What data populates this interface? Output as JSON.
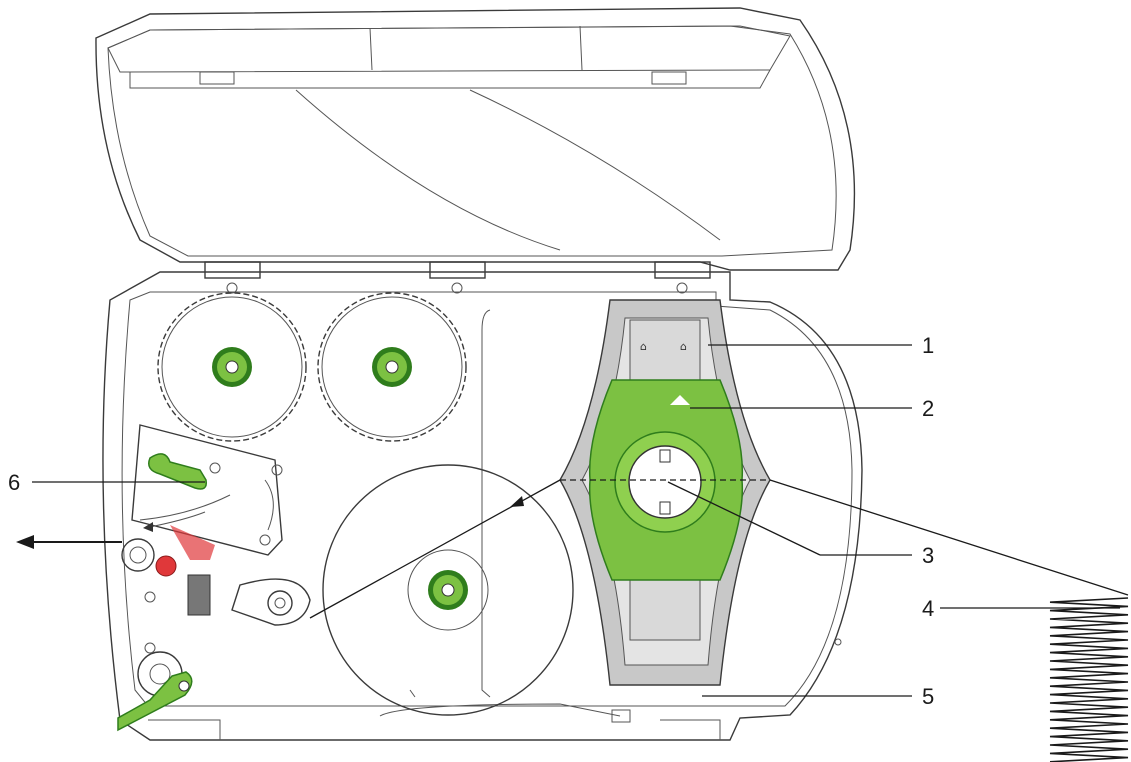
{
  "callouts": [
    {
      "id": "1",
      "label": "1"
    },
    {
      "id": "2",
      "label": "2"
    },
    {
      "id": "3",
      "label": "3"
    },
    {
      "id": "4",
      "label": "4"
    },
    {
      "id": "5",
      "label": "5"
    },
    {
      "id": "6",
      "label": "6"
    }
  ],
  "colors": {
    "accent_green": "#7cc142",
    "dark_green": "#2f7d1c",
    "grey_cover": "#c8c8c8",
    "red": "#e0383a",
    "line": "#3a3a3a"
  }
}
